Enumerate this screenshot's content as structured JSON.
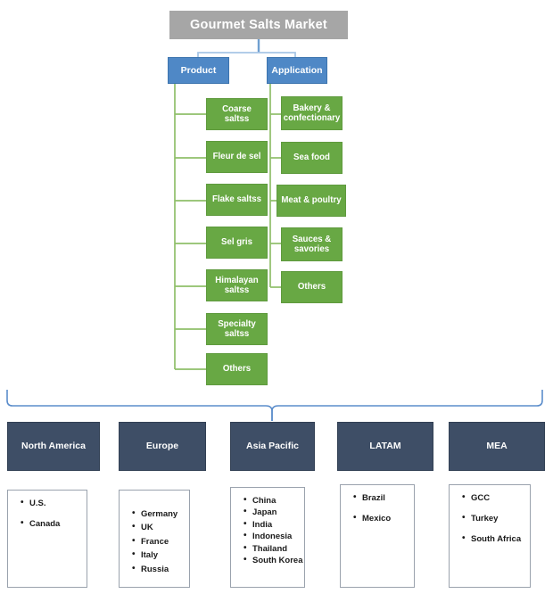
{
  "diagram": {
    "title": "Gourmet Salts Market",
    "root": {
      "label": "Gourmet Salts Market",
      "color": "#a6a6a6"
    },
    "branches": [
      {
        "id": "product",
        "label": "Product",
        "color": "#4f88c6"
      },
      {
        "id": "application",
        "label": "Application",
        "color": "#4f88c6"
      }
    ],
    "product_items": [
      {
        "label": "Coarse saltss"
      },
      {
        "label": "Fleur de sel"
      },
      {
        "label": "Flake saltss"
      },
      {
        "label": "Sel gris"
      },
      {
        "label": "Himalayan saltss"
      },
      {
        "label": "Specialty saltss"
      },
      {
        "label": "Others"
      }
    ],
    "application_items": [
      {
        "label": "Bakery & confectionary"
      },
      {
        "label": "Sea food"
      },
      {
        "label": "Meat & poultry"
      },
      {
        "label": "Sauces & savories"
      },
      {
        "label": "Others"
      }
    ],
    "item_color": "#68a844",
    "regions": [
      {
        "id": "north-america",
        "label": "North America",
        "countries": [
          "U.S.",
          "Canada"
        ]
      },
      {
        "id": "europe",
        "label": "Europe",
        "countries": [
          "Germany",
          "UK",
          "France",
          "Italy",
          "Russia"
        ]
      },
      {
        "id": "asia-pacific",
        "label": "Asia Pacific",
        "countries": [
          "China",
          "Japan",
          "India",
          "Indonesia",
          "Thailand",
          "South Korea"
        ]
      },
      {
        "id": "latam",
        "label": "LATAM",
        "countries": [
          "Brazil",
          "Mexico"
        ]
      },
      {
        "id": "mea",
        "label": "MEA",
        "countries": [
          "GCC",
          "Turkey",
          "South Africa"
        ]
      }
    ],
    "region_color": "#3e4e66",
    "connector_colors": {
      "blue": "#8fb4dd",
      "green": "#8fbf6a",
      "bracket": "#5b8dcb"
    }
  }
}
